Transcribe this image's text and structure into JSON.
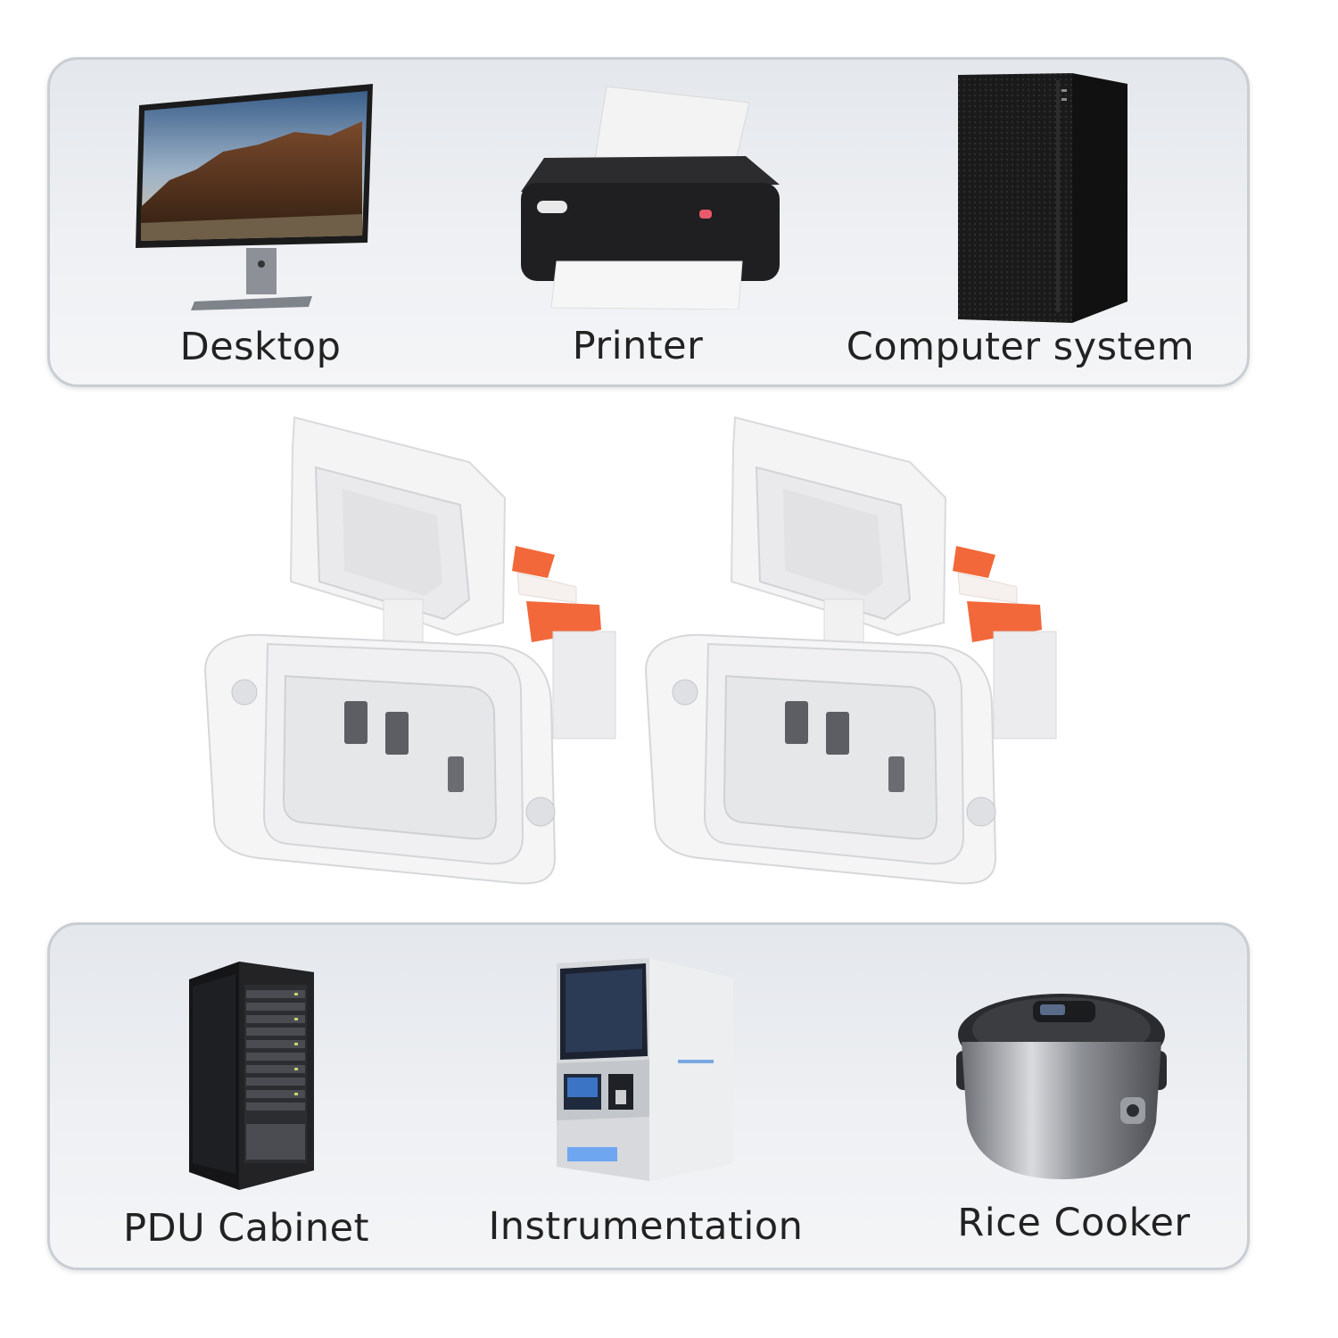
{
  "top_panel": {
    "items": [
      {
        "label": "Desktop",
        "icon": "monitor-icon"
      },
      {
        "label": "Printer",
        "icon": "printer-icon"
      },
      {
        "label": "Computer system",
        "icon": "pc-tower-icon"
      }
    ]
  },
  "product": {
    "icon": "iec-c14-inlet-socket-icon",
    "count": 2,
    "accent_color": "#f26b3a"
  },
  "bottom_panel": {
    "items": [
      {
        "label": "PDU Cabinet",
        "icon": "server-rack-icon"
      },
      {
        "label": "Instrumentation",
        "icon": "instrument-machine-icon"
      },
      {
        "label": "Rice Cooker",
        "icon": "rice-cooker-icon"
      }
    ]
  }
}
